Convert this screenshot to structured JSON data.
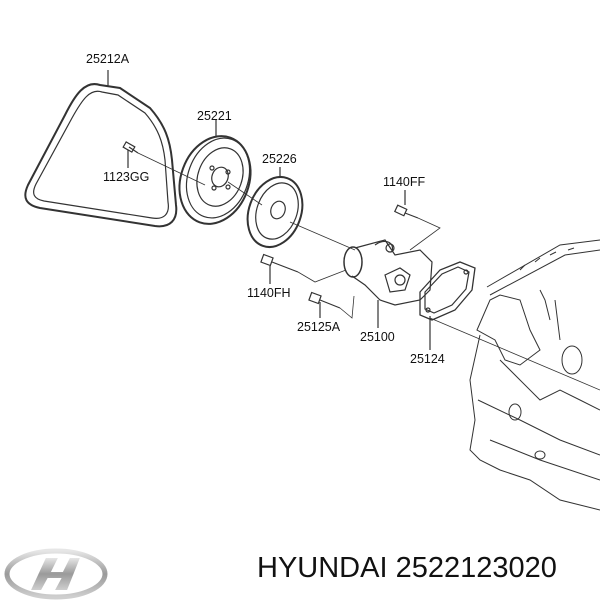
{
  "diagram": {
    "title": "Water pump / pulley exploded view",
    "parts": [
      {
        "id": "belt",
        "label": "25212A"
      },
      {
        "id": "bolt_pulley",
        "label": "1123GG"
      },
      {
        "id": "crank_pulley",
        "label": "25221"
      },
      {
        "id": "pump_pulley",
        "label": "25226"
      },
      {
        "id": "bolt_ff",
        "label": "1140FF"
      },
      {
        "id": "bolt_fh",
        "label": "1140FH"
      },
      {
        "id": "bolt_125a",
        "label": "25125A"
      },
      {
        "id": "water_pump",
        "label": "25100"
      },
      {
        "id": "gasket",
        "label": "25124"
      }
    ]
  },
  "footer": {
    "brand_logo": "hyundai-logo-icon",
    "caption": "HYUNDAI 2522123020"
  },
  "colors": {
    "line": "#333333",
    "text": "#111111",
    "logo_silver": "#a8a8a8"
  }
}
